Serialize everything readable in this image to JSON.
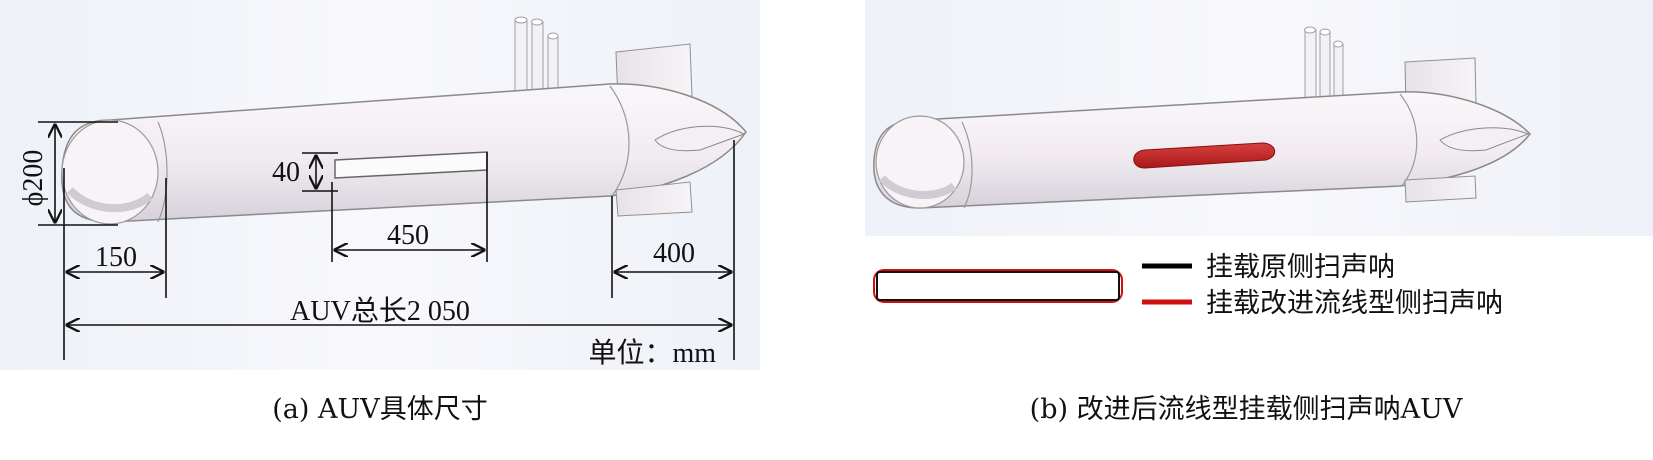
{
  "panel_a": {
    "diameter_label": "ϕ200",
    "sonar_height_label": "40",
    "sonar_length_label": "450",
    "nose_length_label": "150",
    "tail_length_label": "400",
    "total_length_label": "AUV总长2 050",
    "unit_label": "单位：mm",
    "caption": "(a) AUV具体尺寸"
  },
  "panel_b": {
    "legend": [
      {
        "label": "挂载原侧扫声呐",
        "color": "#000000"
      },
      {
        "label": "挂载改进流线型侧扫声呐",
        "color": "#d01010"
      }
    ],
    "caption": "(b) 改进后流线型挂载侧扫声呐AUV"
  },
  "colors": {
    "hull": "#f3eef3",
    "hull_shade": "#d9d3dc",
    "outline": "#8a8a8a",
    "sonar_streamlined": "#c42828",
    "dimension_line": "#111111"
  }
}
